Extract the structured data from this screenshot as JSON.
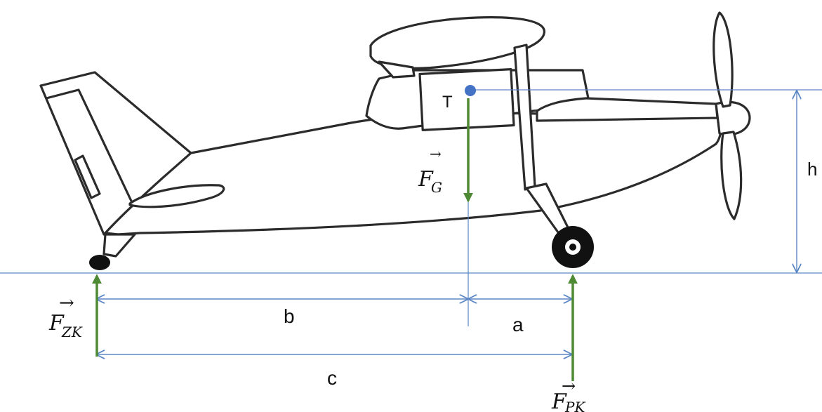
{
  "diagram": {
    "labels": {
      "center_of_gravity": "T",
      "height": "h",
      "dist_a": "a",
      "dist_b": "b",
      "dist_c": "c"
    },
    "forces": {
      "gravity": {
        "symbol": "F",
        "subscript": "G",
        "arrow": "→"
      },
      "tail_wheel": {
        "symbol": "F",
        "subscript": "ZK",
        "arrow": "→"
      },
      "main_wheel": {
        "symbol": "F",
        "subscript": "PK",
        "arrow": "→"
      }
    },
    "colors": {
      "dimension_lines": "#5b86c4",
      "force_arrows": "#4e8a34",
      "cg_point": "#4472c4",
      "sketch": "#2b2b2b"
    }
  }
}
